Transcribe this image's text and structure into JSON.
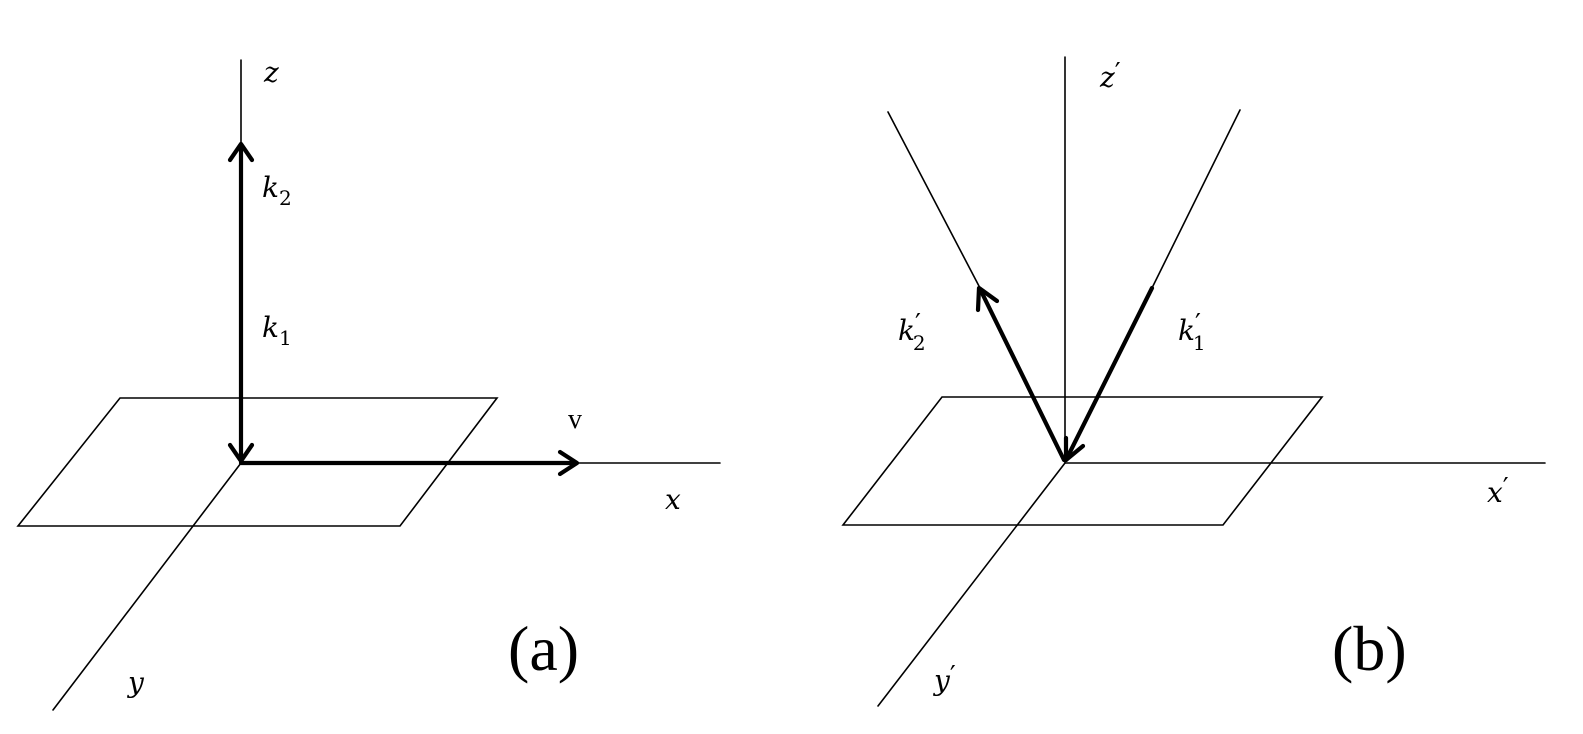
{
  "panel_a": {
    "label": "(a)",
    "axes": {
      "x": "x",
      "y": "y",
      "z": "z"
    },
    "vectors": [
      {
        "name": "k",
        "sub": "1"
      },
      {
        "name": "k",
        "sub": "2"
      },
      {
        "name": "v"
      }
    ]
  },
  "panel_b": {
    "label": "(b)",
    "axes": {
      "x": "x",
      "y": "y",
      "z": "z",
      "prime": "′"
    },
    "vectors": [
      {
        "name": "k",
        "sub": "1",
        "prime": "′"
      },
      {
        "name": "k",
        "sub": "2",
        "prime": "′"
      }
    ]
  }
}
